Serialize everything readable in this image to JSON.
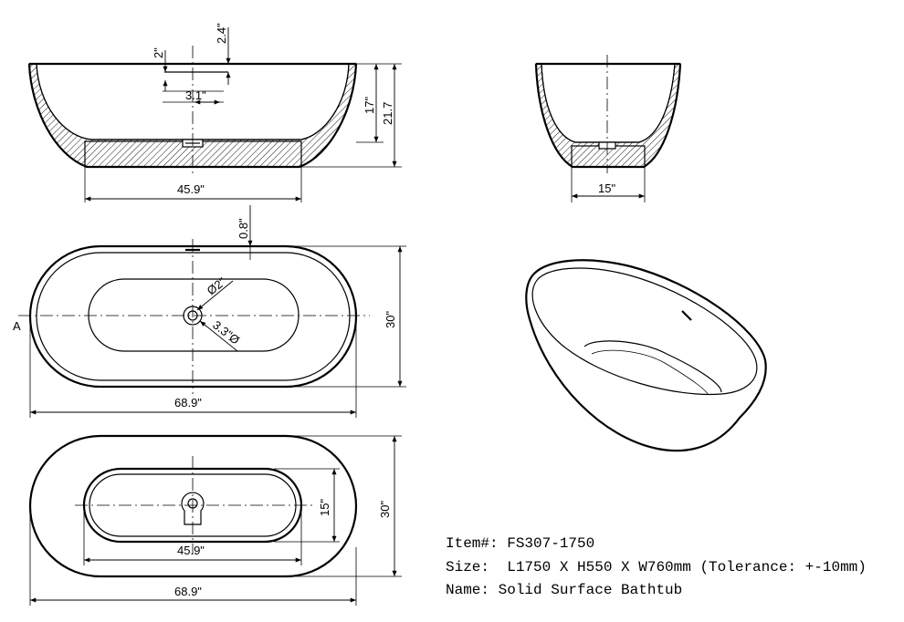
{
  "front_view": {
    "overflow_offset": "2\"",
    "overflow_height": "2.4\"",
    "overflow_width": "3.1\"",
    "inner_depth": "17\"",
    "total_height": "21.7",
    "base_length": "45.9\""
  },
  "side_view": {
    "base_width": "15\""
  },
  "top_view": {
    "rim_offset": "0.8\"",
    "drain_diameter": "Ø2\"",
    "outer_drain_diameter": "3.3\"Ø",
    "width": "30\"",
    "length": "68.9\"",
    "section_marker": "A"
  },
  "bottom_view": {
    "base_length": "45.9\"",
    "base_width": "15\"",
    "width": "30\"",
    "length": "68.9\""
  },
  "specs": {
    "item": "Item#: FS307-1750",
    "size": "Size:  L1750 X H550 X W760mm (Tolerance: +-10mm)",
    "name": "Name: Solid Surface Bathtub"
  }
}
